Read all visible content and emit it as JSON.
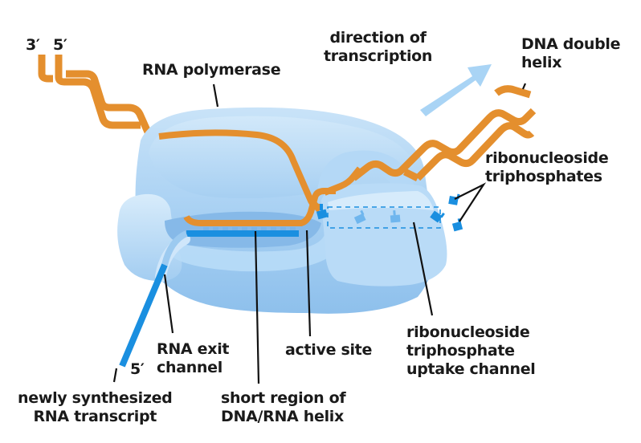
{
  "title": "RNA polymerase transcription diagram",
  "colors": {
    "dna": "#e48f2e",
    "rna": "#1a8fe0",
    "polymerase_light": "#bcdcf7",
    "polymerase_mid": "#9fcaf0",
    "polymerase_dark": "#7fb5e6",
    "arrow": "#a9d4f5",
    "leader": "#111111"
  },
  "labels": {
    "dna_3prime": "3′",
    "dna_5prime": "5′",
    "rna_polymerase": "RNA polymerase",
    "direction": [
      "direction of",
      "transcription"
    ],
    "dna_double_helix": [
      "DNA double",
      "helix"
    ],
    "ribonucleoside_triphosphates": [
      "ribonucleoside",
      "triphosphates"
    ],
    "rna_exit_channel": [
      "RNA exit",
      "channel"
    ],
    "rna_5prime": "5′",
    "active_site": "active site",
    "uptake_channel": [
      "ribonucleoside",
      "triphosphate",
      "uptake channel"
    ],
    "newly_synthesized": [
      "newly synthesized",
      "RNA transcript"
    ],
    "short_region": [
      "short region of",
      "DNA/RNA helix"
    ]
  }
}
